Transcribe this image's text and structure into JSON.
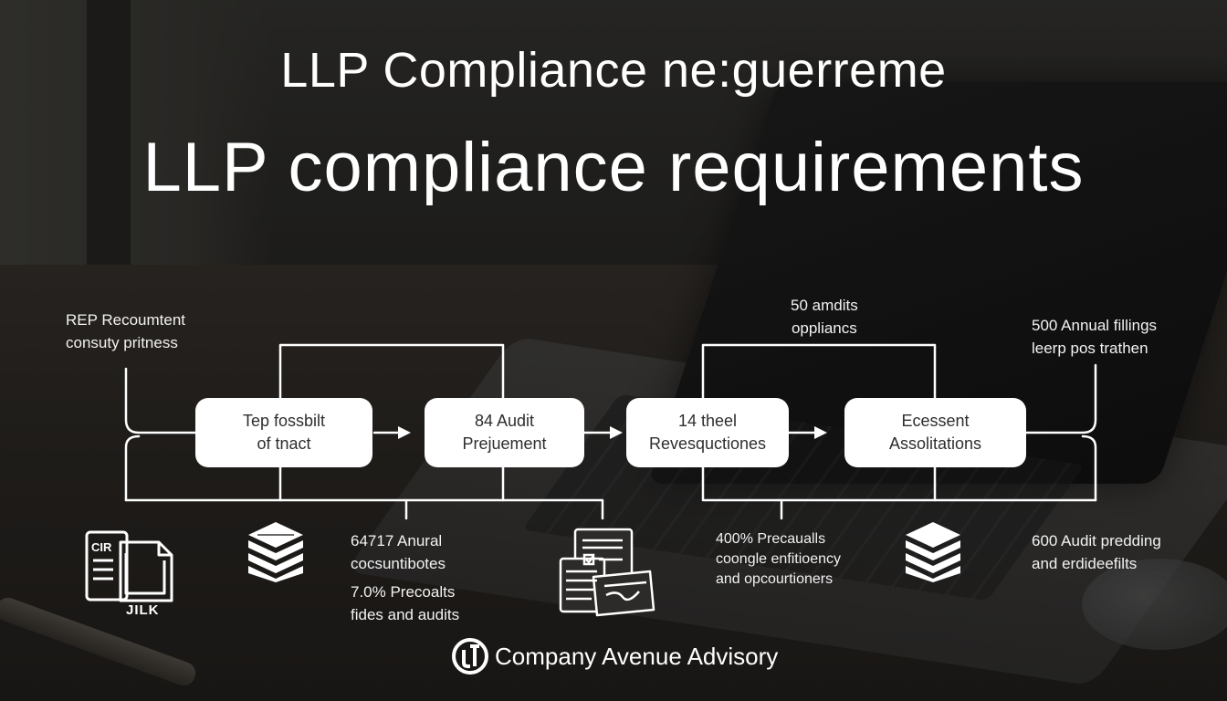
{
  "titles": {
    "heading": "LLP Compliance ne:guerreme",
    "subheading": "LLP compliance requirements"
  },
  "steps": [
    {
      "line1": "Tep fossbilt",
      "line2": "of tnact"
    },
    {
      "line1": "84 Audit",
      "line2": "Prejuement"
    },
    {
      "line1": "14 theel",
      "line2": "Revesquctiones"
    },
    {
      "line1": "Ecessent",
      "line2": "Assolitations"
    }
  ],
  "notes": {
    "top_left": {
      "line1": "REP Recoumtent",
      "line2": "consuty pritness"
    },
    "top_center": {
      "line1": "50 amdits",
      "line2": "oppliancs"
    },
    "top_right": {
      "line1": "500 Annual fillings",
      "line2": "leerp pos trathen"
    },
    "bottom_left": {
      "line1": "64717 Anural",
      "line2": "cocsuntibotes"
    },
    "bottom_left2": {
      "line1": "7.0% Precoalts",
      "line2": "fides and audits"
    },
    "bottom_center": {
      "line1": "400% Precaualls",
      "line2": "coongle enfitioency",
      "line3": "and opcourtioners"
    },
    "bottom_right": {
      "line1": "600 Audit predding",
      "line2": "and erdideefilts"
    }
  },
  "icons": {
    "document": "document-icon",
    "stack1": "stack-icon",
    "forms": "forms-icon",
    "stack2": "stack-icon"
  },
  "document_icon_text": {
    "top": "CIR",
    "bottom": "JILK"
  },
  "brand": {
    "name": "Company Avenue Advisory"
  },
  "colors": {
    "box": "#ffffff",
    "text_dark": "#2e2e2e",
    "line": "#ffffff"
  }
}
